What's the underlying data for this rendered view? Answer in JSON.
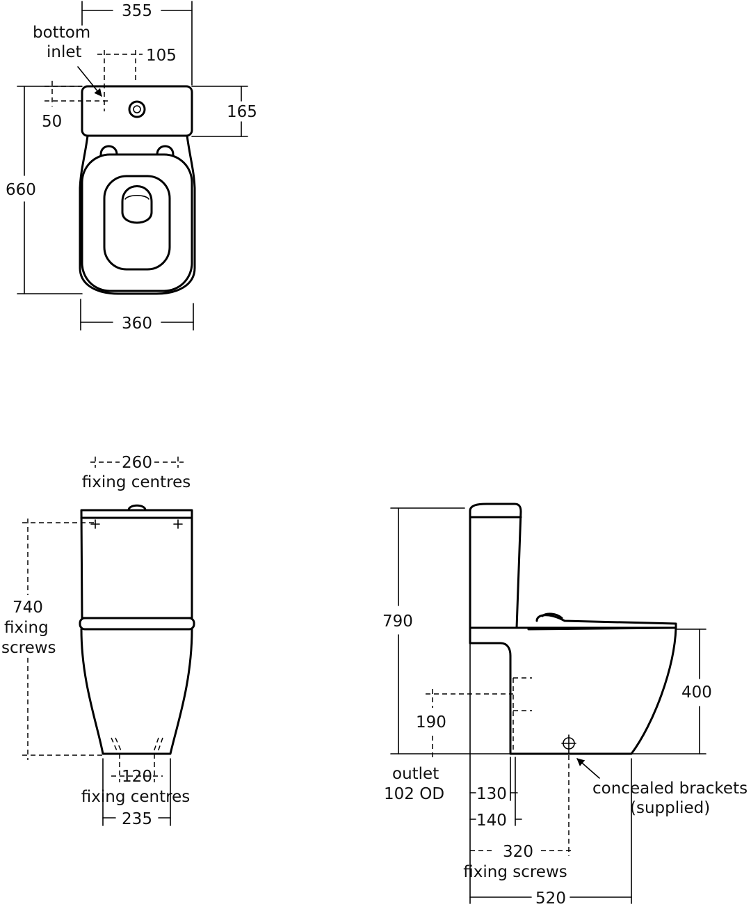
{
  "plan_view": {
    "width_top": "355",
    "inlet_label_1": "bottom",
    "inlet_label_2": "inlet",
    "inlet_offset_x": "105",
    "inlet_offset_y": "50",
    "cistern_depth": "165",
    "overall_depth": "660",
    "bowl_width": "360"
  },
  "front_view": {
    "top_fixing": "260",
    "top_fixing_label": "fixing centres",
    "height_value": "740",
    "height_label_1": "fixing",
    "height_label_2": "screws",
    "bottom_fixing": "120",
    "bottom_fixing_label": "fixing centres",
    "base_width": "235"
  },
  "side_view": {
    "overall_height": "790",
    "rim_height": "400",
    "outlet_height": "190",
    "outlet_label_1": "outlet",
    "outlet_label_2": "102 OD",
    "outlet_dim_1": "130",
    "outlet_dim_2": "140",
    "bracket_label_1": "concealed brackets",
    "bracket_label_2": "(supplied)",
    "fixing_dim": "320",
    "fixing_label": "fixing screws",
    "overall_length": "520"
  }
}
